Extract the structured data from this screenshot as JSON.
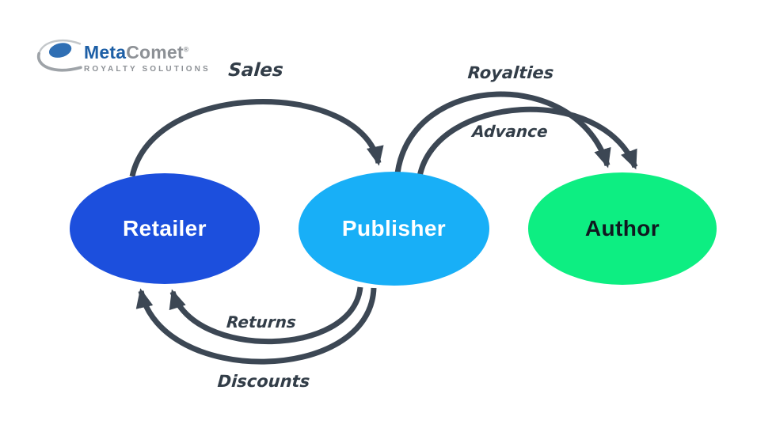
{
  "logo": {
    "brand": {
      "part1": "Meta",
      "part2": "Comet",
      "registered": "®"
    },
    "tagline": "ROYALTY SOLUTIONS",
    "colors": {
      "part1_blue": "#1d5fa6",
      "part2_gray": "#8d9196",
      "icon_blue": "#2f6fb4",
      "swoosh_gray": "#9ea3a8"
    }
  },
  "diagram": {
    "arrow_color": "#3c4754",
    "flow_label_color": "#323d48",
    "nodes": [
      {
        "id": "retailer",
        "label": "Retailer",
        "fill": "#1c4fdd",
        "text_color": "#ffffff"
      },
      {
        "id": "publisher",
        "label": "Publisher",
        "fill": "#18aff7",
        "text_color": "#ffffff"
      },
      {
        "id": "author",
        "label": "Author",
        "fill": "#0dee82",
        "text_color": "#101820"
      }
    ],
    "flows": [
      {
        "id": "sales",
        "label": "Sales",
        "from": "Retailer",
        "to": "Publisher"
      },
      {
        "id": "royalties",
        "label": "Royalties",
        "from": "Publisher",
        "to": "Author"
      },
      {
        "id": "advance",
        "label": "Advance",
        "from": "Publisher",
        "to": "Author"
      },
      {
        "id": "returns",
        "label": "Returns",
        "from": "Publisher",
        "to": "Retailer"
      },
      {
        "id": "discounts",
        "label": "Discounts",
        "from": "Publisher",
        "to": "Retailer"
      }
    ]
  }
}
